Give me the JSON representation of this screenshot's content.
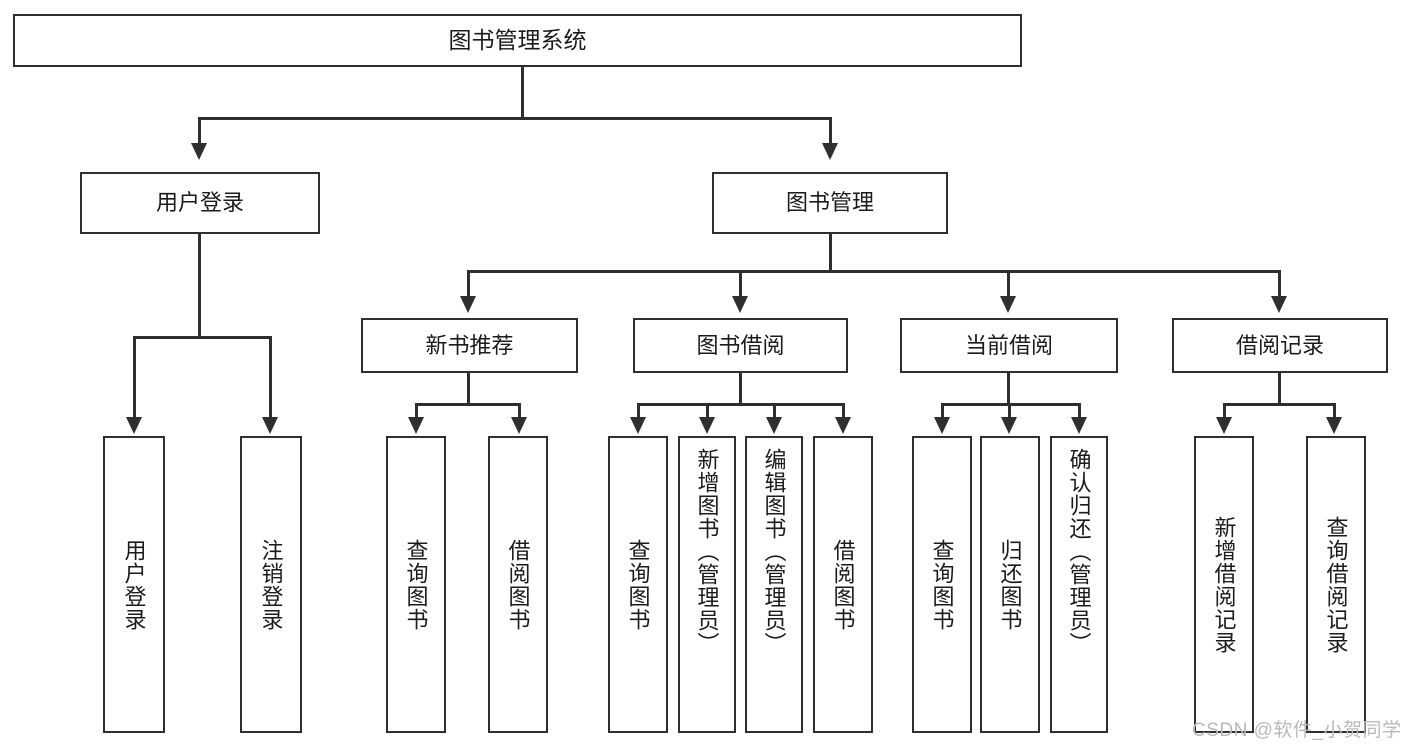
{
  "diagram": {
    "type": "tree",
    "title": "图书管理系统",
    "root": {
      "id": "root",
      "label": "图书管理系统"
    },
    "level2": [
      {
        "id": "user-login",
        "label": "用户登录"
      },
      {
        "id": "book-management",
        "label": "图书管理"
      }
    ],
    "level3": [
      {
        "id": "new-book-recommend",
        "label": "新书推荐",
        "parent": "book-management"
      },
      {
        "id": "book-borrow",
        "label": "图书借阅",
        "parent": "book-management"
      },
      {
        "id": "current-borrow",
        "label": "当前借阅",
        "parent": "book-management"
      },
      {
        "id": "borrow-record",
        "label": "借阅记录",
        "parent": "book-management"
      }
    ],
    "leaves": [
      {
        "id": "leaf-user-login",
        "label": "用户登录",
        "parent": "user-login"
      },
      {
        "id": "leaf-logout-login",
        "label": "注销登录",
        "parent": "user-login"
      },
      {
        "id": "leaf-query-book-1",
        "label": "查询图书",
        "parent": "new-book-recommend"
      },
      {
        "id": "leaf-borrow-book-1",
        "label": "借阅图书",
        "parent": "new-book-recommend"
      },
      {
        "id": "leaf-query-book-2",
        "label": "查询图书",
        "parent": "book-borrow"
      },
      {
        "id": "leaf-add-book",
        "label": "新增图书（管理员）",
        "parent": "book-borrow"
      },
      {
        "id": "leaf-edit-book",
        "label": "编辑图书（管理员）",
        "parent": "book-borrow"
      },
      {
        "id": "leaf-borrow-book-2",
        "label": "借阅图书",
        "parent": "book-borrow"
      },
      {
        "id": "leaf-query-book-3",
        "label": "查询图书",
        "parent": "current-borrow"
      },
      {
        "id": "leaf-return-book",
        "label": "归还图书",
        "parent": "current-borrow"
      },
      {
        "id": "leaf-confirm-return",
        "label": "确认归还（管理员）",
        "parent": "current-borrow"
      },
      {
        "id": "leaf-add-borrow-record",
        "label": "新增借阅记录",
        "parent": "borrow-record"
      },
      {
        "id": "leaf-query-borrow-record",
        "label": "查询借阅记录",
        "parent": "borrow-record"
      }
    ],
    "colors": {
      "stroke": "#2f2f2f",
      "fill": "#ffffff",
      "text": "#1b1b1b",
      "watermark": "#b9b9b9"
    }
  },
  "watermark": {
    "text": "CSDN @软件_小贺同学"
  }
}
